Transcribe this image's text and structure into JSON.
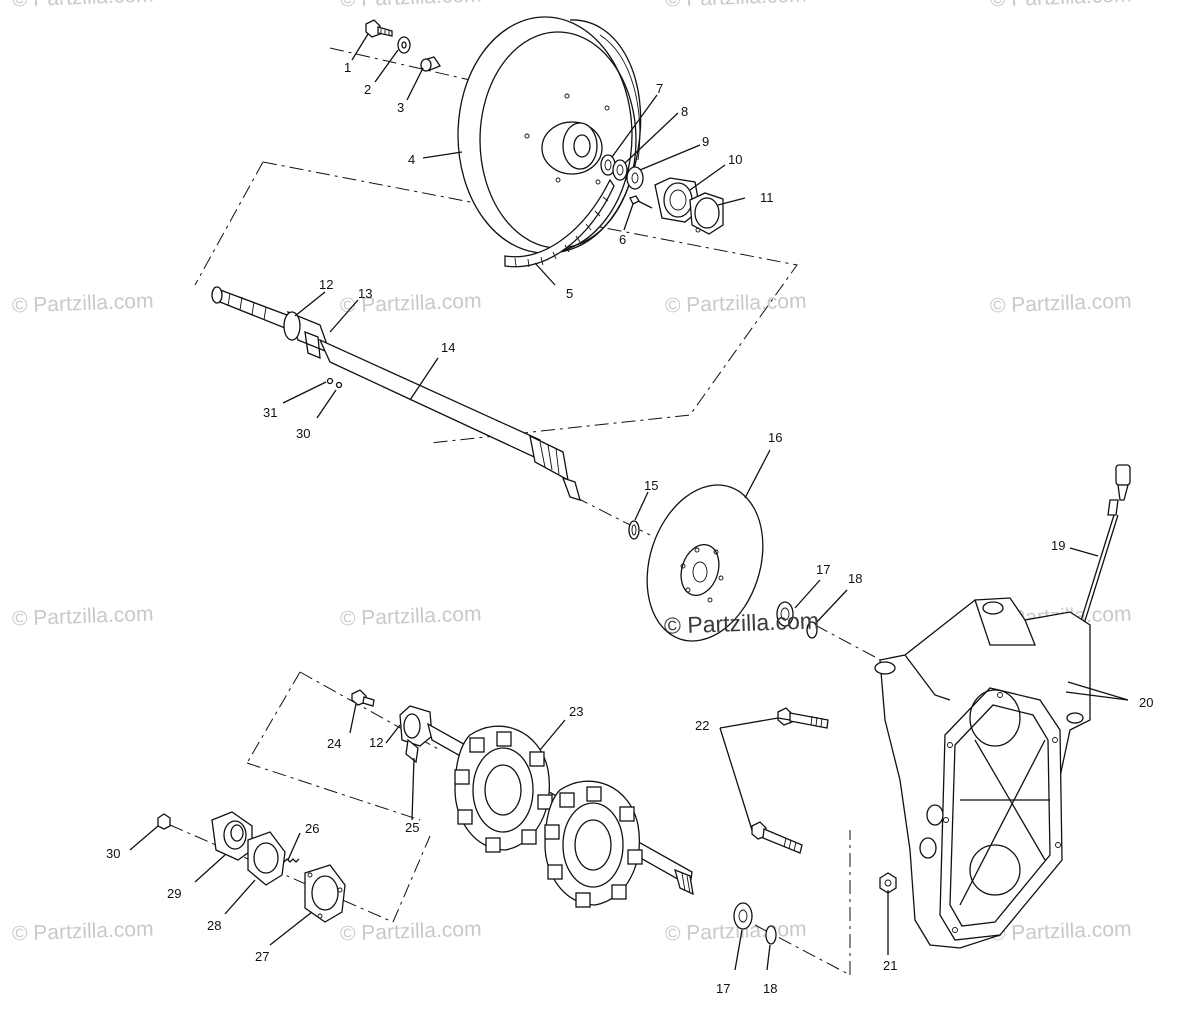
{
  "watermark": {
    "text": "© Partzilla.com",
    "center_text": "© Partzilla.com"
  },
  "callouts": {
    "c1": "1",
    "c2": "2",
    "c3": "3",
    "c4": "4",
    "c5": "5",
    "c6": "6",
    "c7": "7",
    "c8": "8",
    "c9": "9",
    "c10": "10",
    "c11": "11",
    "c12a": "12",
    "c12b": "12",
    "c13": "13",
    "c14": "14",
    "c15": "15",
    "c16": "16",
    "c17a": "17",
    "c17b": "17",
    "c18a": "18",
    "c18b": "18",
    "c19": "19",
    "c20": "20",
    "c21": "21",
    "c22": "22",
    "c23": "23",
    "c24": "24",
    "c25": "25",
    "c26": "26",
    "c27": "27",
    "c28": "28",
    "c29": "29",
    "c30a": "30",
    "c30b": "30",
    "c31": "31"
  }
}
